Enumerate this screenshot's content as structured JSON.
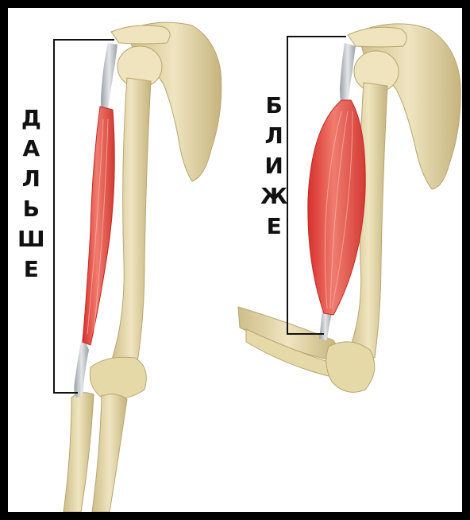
{
  "labels": {
    "left": [
      "Д",
      "А",
      "Л",
      "Ь",
      "Ш",
      "Е"
    ],
    "right": [
      "Б",
      "Л",
      "И",
      "Ж",
      "Е"
    ]
  },
  "colors": {
    "frame": "#000000",
    "background": "#ffffff",
    "bone": "#e8dcae",
    "bone_shadow": "#c9b983",
    "muscle": "#e0443d",
    "muscle_light": "#f08a7a",
    "tendon": "#b8bcc0",
    "bracket": "#111111"
  },
  "icons": {
    "left_arm": "extended-arm-biceps-icon",
    "right_arm": "flexed-arm-biceps-icon"
  }
}
